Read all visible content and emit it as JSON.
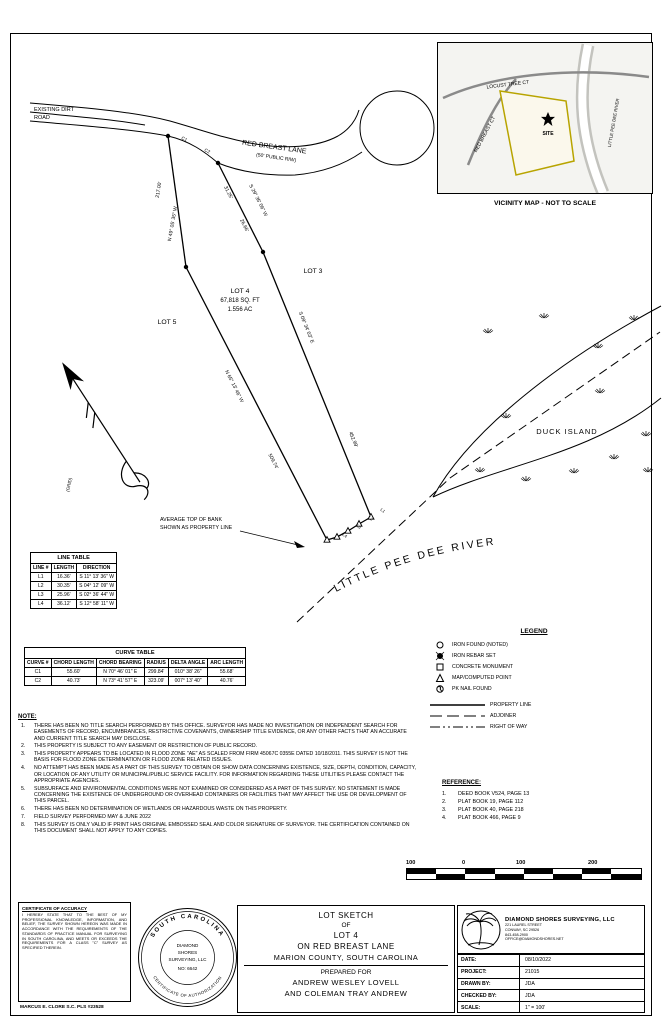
{
  "drawing": {
    "road": {
      "existing_dirt_road_1": "EXISTING DIRT",
      "existing_dirt_road_2": "ROAD",
      "name": "RED BREAST LANE",
      "rw": "(50' PUBLIC R/W)",
      "c1": "C1",
      "c2": "C2"
    },
    "lots": {
      "lot4_name": "LOT 4",
      "lot4_area_sqft": "67,818 SQ. FT",
      "lot4_area_ac": "1.556 AC",
      "lot3": "LOT 3",
      "lot5": "LOT 5"
    },
    "bearings": {
      "west_line_dist": "217.00'",
      "west_line_bearing": "N 49° 05' 35\" W",
      "north_line_dist_a": "31.25'",
      "north_line_dist_b": "26.66'",
      "north_line_bearing": "S 29° 35' 06\" W",
      "east_line_bearing": "S 09° 34' 03\" E",
      "east_line_dist": "452.99'",
      "south_line_bearing": "N 65° 13' 46\" W",
      "south_line_dist": "509.74'",
      "l1": "L1",
      "l2": "L2",
      "l3": "L3",
      "l4": "L4"
    },
    "features": {
      "duck_island": "DUCK ISLAND",
      "river": "LITTLE PEE DEE RIVER",
      "bank_note_1": "AVERAGE TOP OF BANK",
      "bank_note_2": "SHOWN AS PROPERTY LINE",
      "grid": "(GRID)"
    }
  },
  "vicinity": {
    "caption": "VICINITY MAP - NOT TO SCALE",
    "locust": "LOCUST TREE CT",
    "red_breast": "RED BREAST CT",
    "river": "LITTLE PEE DEE RIVER",
    "site": "SITE"
  },
  "line_table": {
    "title": "LINE TABLE",
    "headers": [
      "LINE #",
      "LENGTH",
      "DIRECTION"
    ],
    "rows": [
      {
        "id": "L1",
        "length": "16.36'",
        "direction": "S 11° 13' 36\" W"
      },
      {
        "id": "L2",
        "length": "30.35'",
        "direction": "S 04° 12' 09\" W"
      },
      {
        "id": "L3",
        "length": "25.96'",
        "direction": "S 02° 36' 44\" W"
      },
      {
        "id": "L4",
        "length": "36.12'",
        "direction": "S 12° 58' 11\" W"
      }
    ]
  },
  "curve_table": {
    "title": "CURVE TABLE",
    "headers": [
      "CURVE #",
      "CHORD LENGTH",
      "CHORD BEARING",
      "RADIUS",
      "DELTA ANGLE",
      "ARC LENGTH"
    ],
    "rows": [
      {
        "id": "C1",
        "chord_length": "55.60'",
        "chord_bearing": "N 70° 46' 01\" E",
        "radius": "299.84'",
        "delta": "010° 38' 26\"",
        "arc": "55.68'"
      },
      {
        "id": "C2",
        "chord_length": "40.73'",
        "chord_bearing": "N 73° 41' 57\" E",
        "radius": "323.09'",
        "delta": "007° 13' 40\"",
        "arc": "40.76'"
      }
    ]
  },
  "legend": {
    "title": "LEGEND",
    "items": [
      {
        "label": "IRON FOUND (NOTED)"
      },
      {
        "label": "IRON REBAR SET"
      },
      {
        "label": "CONCRETE MONUMENT"
      },
      {
        "label": "MAP/COMPUTED POINT"
      },
      {
        "label": "PK NAIL FOUND"
      }
    ],
    "lines": [
      {
        "label": "PROPERTY LINE"
      },
      {
        "label": "ADJOINER"
      },
      {
        "label": "RIGHT OF WAY"
      }
    ]
  },
  "notes": {
    "title": "NOTE:",
    "items": [
      {
        "num": "1.",
        "text": "THERE HAS BEEN NO TITLE SEARCH PERFORMED BY THIS OFFICE.  SURVEYOR HAS MADE NO INVESTIGATION OR INDEPENDENT SEARCH FOR EASEMENTS OF RECORD, ENCUMBRANCES, RESTRICTIVE COVENANTS, OWNERSHIP TITLE EVIDENCE, OR ANY OTHER FACTS THAT AN ACCURATE AND CURRENT TITLE SEARCH MAY DISCLOSE."
      },
      {
        "num": "2.",
        "text": "THIS PROPERTY IS SUBJECT TO ANY EASEMENT OR RESTRICTION OF PUBLIC RECORD."
      },
      {
        "num": "3.",
        "text": "THIS PROPERTY APPEARS TO BE LOCATED IN FLOOD ZONE \"AE\" AS SCALED FROM FIRM 45067C 0355E DATED 10/18/2011. THIS SURVEY IS NOT THE BASIS FOR FLOOD ZONE DETERMINATION OR FLOOD ZONE RELATED ISSUES."
      },
      {
        "num": "4.",
        "text": "NO ATTEMPT HAS BEEN MADE AS A PART OF THIS SURVEY TO OBTAIN OR SHOW DATA CONCERNING EXISTENCE, SIZE, DEPTH, CONDITION, CAPACITY, OR LOCATION OF ANY UTILITY OR MUNICIPAL/PUBLIC SERVICE FACILITY.  FOR INFORMATION REGARDING THESE UTILITIES PLEASE CONTACT THE APPROPRIATE AGENCIES."
      },
      {
        "num": "5.",
        "text": "SUBSURFACE AND ENVIRONMENTAL CONDITIONS WERE NOT EXAMINED OR CONSIDERED AS A PART OF THIS SURVEY.  NO STATEMENT IS MADE CONCERNING THE EXISTENCE OF UNDERGROUND OR OVERHEAD CONTAINERS OR FACILITIES THAT MAY AFFECT THE USE OR DEVELOPMENT OF THIS PARCEL."
      },
      {
        "num": "6.",
        "text": "THERE HAS BEEN NO DETERMINATION OF WETLANDS OR HAZARDOUS WASTE ON THIS PROPERTY."
      },
      {
        "num": "7.",
        "text": "FIELD SURVEY PERFORMED MAY & JUNE 2022"
      },
      {
        "num": "8.",
        "text": "THIS SURVEY IS ONLY VALID IF PRINT HAS ORIGINAL EMBOSSED SEAL AND COLOR SIGNATURE OF SURVEYOR. THE CERTIFICATION CONTAINED ON THIS DOCUMENT SHALL NOT APPLY TO ANY COPIES."
      }
    ]
  },
  "reference": {
    "title": "REFERENCE:",
    "items": [
      {
        "num": "1.",
        "text": "DEED BOOK V524, PAGE 13"
      },
      {
        "num": "2.",
        "text": "PLAT BOOK 19, PAGE 112"
      },
      {
        "num": "3.",
        "text": "PLAT BOOK 40, PAGE 218"
      },
      {
        "num": "4.",
        "text": "PLAT BOOK 466, PAGE 9"
      }
    ]
  },
  "scale_bar": {
    "labels": [
      "100",
      "0",
      "100",
      "200"
    ]
  },
  "certificate": {
    "title": "CERTIFICATE OF ACCURACY",
    "body": "I HEREBY STATE THAT TO THE BEST OF MY PROFESSIONAL KNOWLEDGE, INFORMATION, AND BELIEF, THE SURVEY SHOWN HEREON WAS MADE IN ACCORDANCE WITH THE REQUIREMENTS OF THE STANDARDS OF PRACTICE MANUAL FOR SURVEYING IN SOUTH CAROLINA, AND MEETS OR EXCEEDS THE REQUIREMENTS FOR A CLASS \"C\" SURVEY AS SPECIFIED THEREIN.",
    "surveyor": "MARCUS E. CLORE   S.C. PLS #23528"
  },
  "seal": {
    "arc_top": "SOUTH CAROLINA",
    "arc_bottom": "CERTIFICATE OF AUTHORIZATION",
    "center_1": "DIAMOND",
    "center_2": "SHORES",
    "center_3": "SURVEYING, LLC",
    "center_4": "NO: 6642"
  },
  "title_block": {
    "line1": "LOT SKETCH",
    "line2": "OF",
    "line3": "LOT 4",
    "line4": "ON RED BREAST LANE",
    "line5": "MARION COUNTY, SOUTH CAROLINA",
    "line6": "PREPARED FOR",
    "line7": "ANDREW WESLEY LOVELL",
    "line8": "AND COLEMAN TRAY ANDREW"
  },
  "company": {
    "name": "DIAMOND SHORES SURVEYING, LLC",
    "address1": "221 LAUREL STREET",
    "address2": "CONWAY, SC 29526",
    "address3": "843-458-2900",
    "address4": "OFFICE@DIAMONDSHORES.NET",
    "rows": [
      {
        "label": "DATE:",
        "value": "08/10/2022"
      },
      {
        "label": "PROJECT:",
        "value": "21015"
      },
      {
        "label": "DRAWN BY:",
        "value": "JDA"
      },
      {
        "label": "CHECKED BY:",
        "value": "JDA"
      },
      {
        "label": "SCALE:",
        "value": "1\" = 100'"
      }
    ]
  }
}
